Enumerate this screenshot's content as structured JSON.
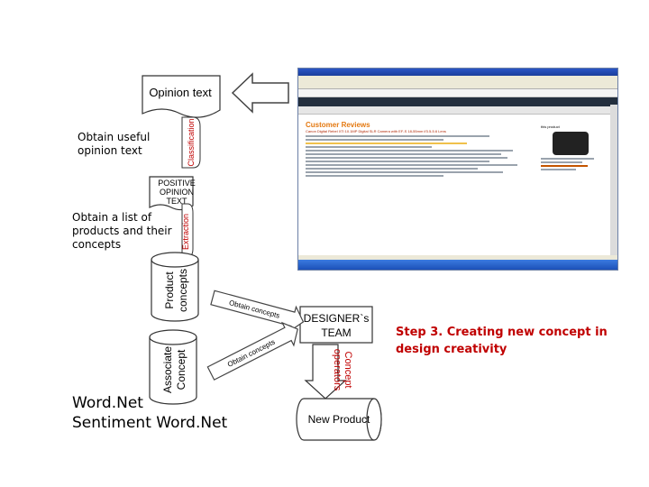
{
  "diagram": {
    "opinion_text": "Opinion text",
    "classification": "Classification",
    "positive_opinion_text": [
      "POSITIVE",
      "OPINION",
      "TEXT"
    ],
    "extraction": "Extraction",
    "product_concepts": [
      "Product",
      "concepts"
    ],
    "associate_concept": [
      "Associate",
      "Concept"
    ],
    "designers_team": [
      "DESIGNER`s",
      "TEAM"
    ],
    "obtain_concepts": "Obtain concepts",
    "concept_operators": [
      "Concept",
      "operators"
    ],
    "new_product": "New Product"
  },
  "notes": {
    "obtain_useful": [
      "Obtain useful",
      "opinion text"
    ],
    "obtain_list": [
      "Obtain a list of",
      "products and their",
      "concepts"
    ],
    "step3": [
      "Step 3. Creating new concept in",
      "design creativity"
    ],
    "wordnet": [
      "Word.Net",
      "Sentiment Word.Net"
    ]
  },
  "screenshot": {
    "heading": "Customer Reviews",
    "product_line": "Canon Digital Rebel XTi 10.1MP Digital SLR Camera with EF-S 18-55mm f/3.5-5.6 Lens",
    "side_title": "this product"
  },
  "colors": {
    "step_text": "#c00000",
    "amazon_orange": "#e47911",
    "line": "#333333"
  }
}
